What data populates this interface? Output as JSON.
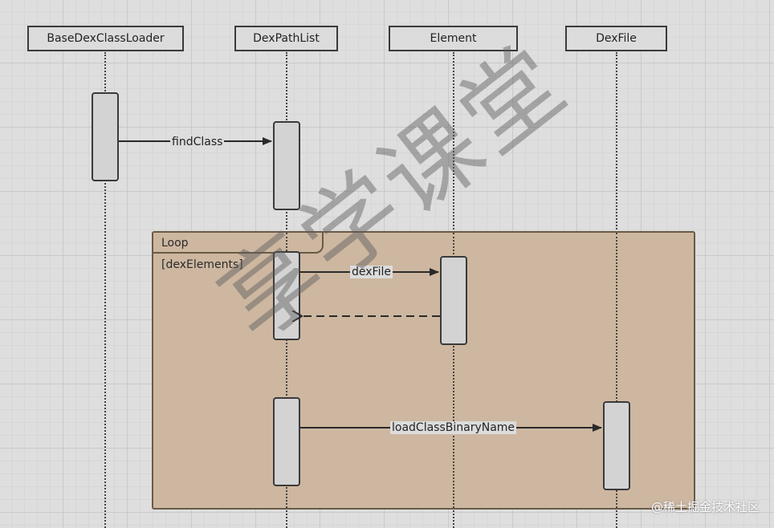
{
  "participants": [
    {
      "id": "base",
      "label": "BaseDexClassLoader"
    },
    {
      "id": "dpl",
      "label": "DexPathList"
    },
    {
      "id": "el",
      "label": "Element"
    },
    {
      "id": "df",
      "label": "DexFile"
    }
  ],
  "loop_frame": {
    "operator": "Loop",
    "guard": "[dexElements]"
  },
  "messages": [
    {
      "label": "findClass",
      "type": "sync"
    },
    {
      "label": "dexFile",
      "type": "sync"
    },
    {
      "label": "",
      "type": "return"
    },
    {
      "label": "loadClassBinaryName",
      "type": "sync"
    }
  ],
  "watermark": "享学课堂",
  "footer": "@稀土掘金技术社区",
  "colors": {
    "frame_fill": "#cdb7a0",
    "frame_border": "#6a5a48",
    "box_fill": "#dcdcdc",
    "activation_fill": "#d3d3d3"
  }
}
